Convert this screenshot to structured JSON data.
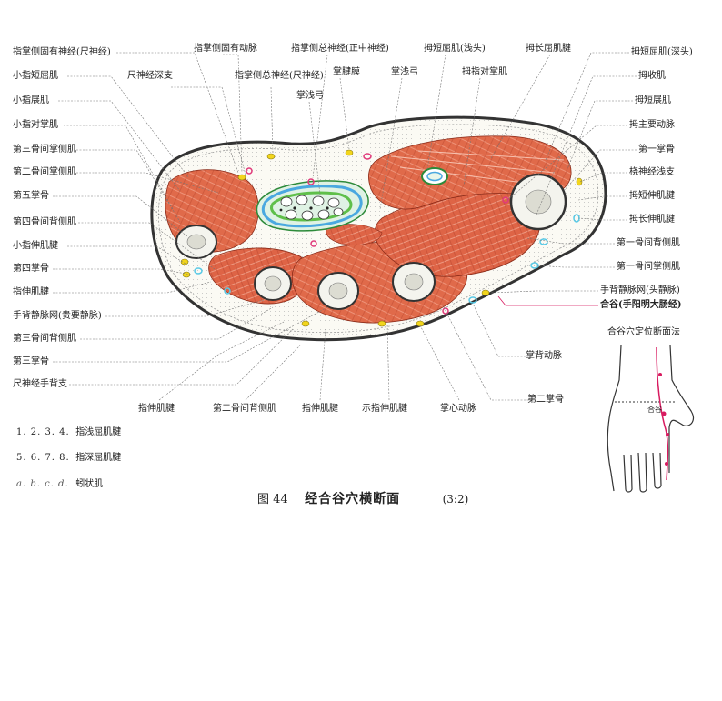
{
  "labels": {
    "left": [
      "指掌侧固有神经(尺神经)",
      "小指短屈肌",
      "小指展肌",
      "小指对掌肌",
      "第三骨间掌侧肌",
      "第二骨间掌侧肌",
      "第五掌骨",
      "第四骨间背侧肌",
      "小指伸肌腱",
      "第四掌骨",
      "指伸肌腱",
      "手背静脉网(贵要静脉)",
      "第三骨间背侧肌",
      "第三掌骨",
      "尺神经手背支"
    ],
    "top": [
      "尺神经深支",
      "指掌侧固有动脉",
      "指掌侧总神经(尺神经)",
      "指掌侧总神经(正中神经)",
      "掌腱膜",
      "掌浅弓",
      "掌浅弓",
      "拇短屈肌(浅头)",
      "拇指对掌肌",
      "拇长屈肌腱"
    ],
    "right": [
      "拇短屈肌(深头)",
      "拇收肌",
      "拇短展肌",
      "拇主要动脉",
      "第一掌骨",
      "桡神经浅支",
      "拇短伸肌腱",
      "拇长伸肌腱",
      "第一骨间背侧肌",
      "第一骨间掌侧肌",
      "手背静脉网(头静脉)",
      "合谷(手阳明大肠经)"
    ],
    "bottom": [
      "指伸肌腱",
      "第二骨间背侧肌",
      "指伸肌腱",
      "示指伸肌腱",
      "掌心动脉",
      "掌背动脉",
      "第二掌骨"
    ]
  },
  "inset": {
    "title": "合谷穴定位断面法",
    "marker": "合谷"
  },
  "legend": [
    {
      "key": "1. 2. 3. 4.",
      "text": "指浅屈肌腱"
    },
    {
      "key": "5. 6. 7. 8.",
      "text": "指深屈肌腱"
    },
    {
      "key": "a. b. c. d.",
      "text": "蚓状肌"
    }
  ],
  "caption": {
    "figure": "图 44",
    "title": "经合谷穴横断面",
    "scale": "(3:2)"
  },
  "colors": {
    "muscle": "#e06a4a",
    "muscle_dark": "#b5402a",
    "skin": "#3a3a3a",
    "fat": "#fbfaf4",
    "bone": "#f4f4ee",
    "tendon_green": "#5fbf4a",
    "tendon_blue": "#4aa8e0",
    "nerve_yellow": "#f2d51c",
    "vessel_pink": "#e0397a",
    "vessel_cyan": "#58c9e6",
    "acupoint": "#d81b60"
  }
}
